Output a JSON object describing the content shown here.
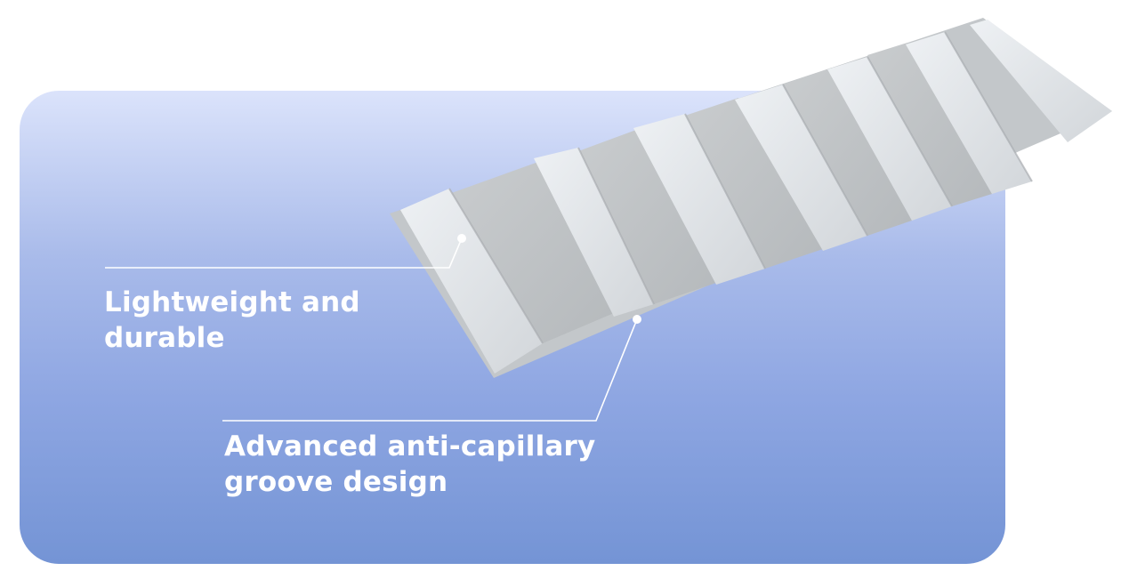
{
  "callouts": [
    {
      "lines": [
        "Lightweight and",
        "durable"
      ]
    },
    {
      "lines": [
        "Advanced anti-capillary",
        "groove design"
      ]
    }
  ],
  "colors": {
    "panel_top": "#dbe3fb",
    "panel_bottom": "#7494d5",
    "text": "#ffffff",
    "sheet": "#c7cacb",
    "sheet_highlight": "#e4e7ea"
  },
  "image": {
    "subject": "corrugated-roof-sheet"
  }
}
